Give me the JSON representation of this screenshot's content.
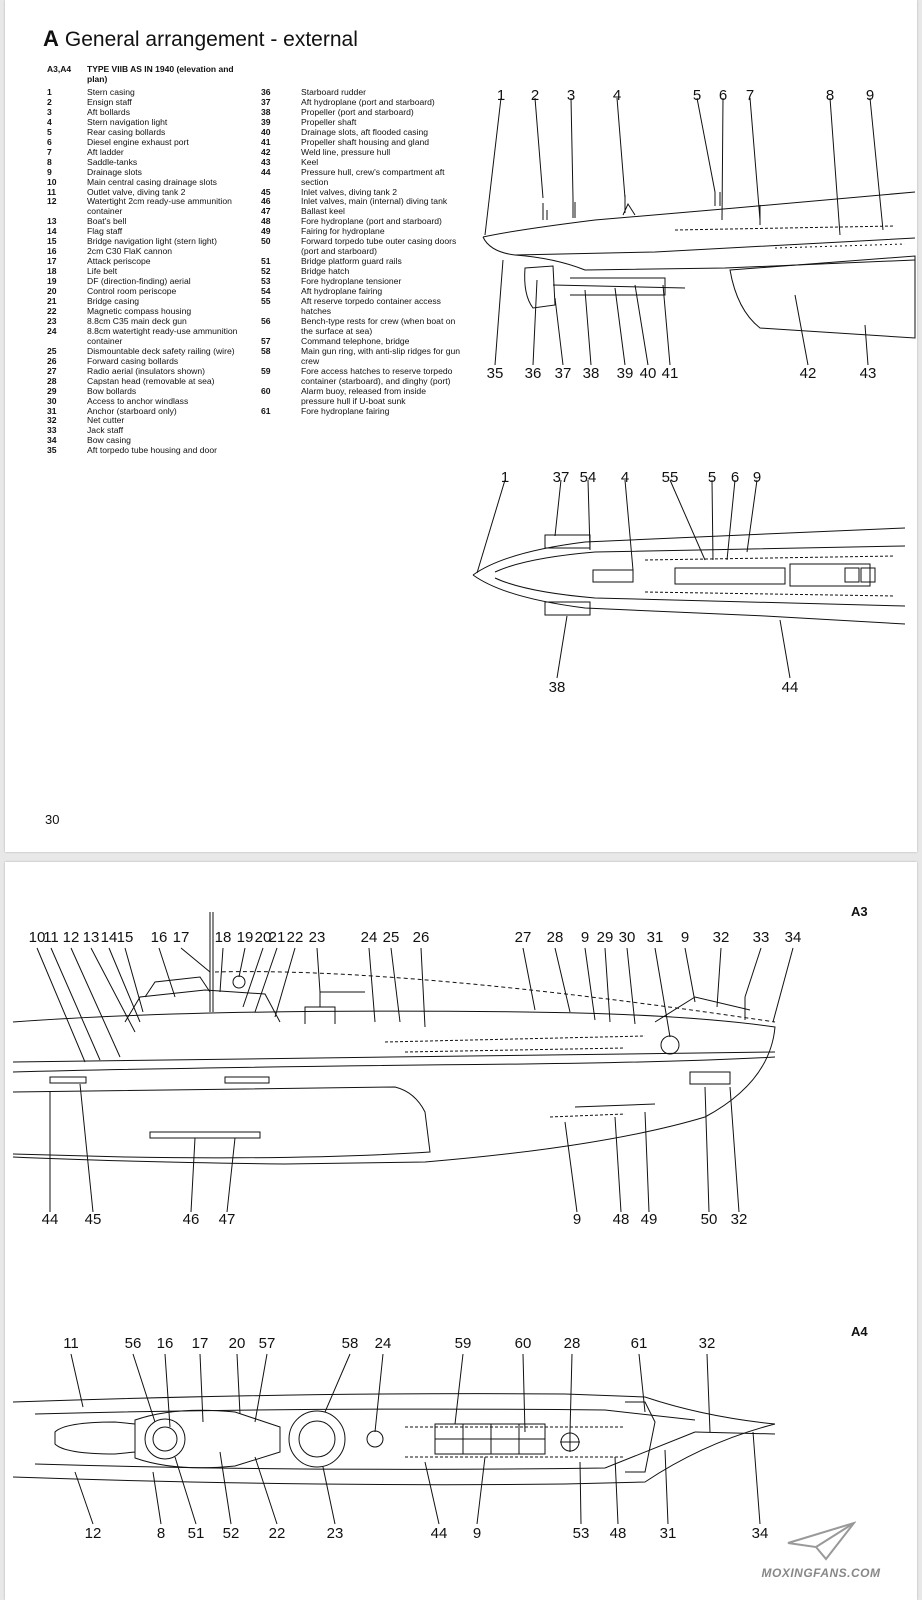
{
  "page_top": {
    "heading_letter": "A",
    "heading_title": "General arrangement - external",
    "sub_code": "A3,A4",
    "sub_title": "TYPE VIIB AS IN 1940 (elevation and plan)",
    "page_number": "30"
  },
  "key_left": [
    {
      "num": "1",
      "text": "Stern casing"
    },
    {
      "num": "2",
      "text": "Ensign staff"
    },
    {
      "num": "3",
      "text": "Aft bollards"
    },
    {
      "num": "4",
      "text": "Stern navigation light"
    },
    {
      "num": "5",
      "text": "Rear casing bollards"
    },
    {
      "num": "6",
      "text": "Diesel engine exhaust port"
    },
    {
      "num": "7",
      "text": "Aft ladder"
    },
    {
      "num": "8",
      "text": "Saddle-tanks"
    },
    {
      "num": "9",
      "text": "Drainage slots"
    },
    {
      "num": "10",
      "text": "Main central casing drainage slots"
    },
    {
      "num": "11",
      "text": "Outlet valve, diving tank 2"
    },
    {
      "num": "12",
      "text": "Watertight 2cm ready-use ammunition container"
    },
    {
      "num": "13",
      "text": "Boat's bell"
    },
    {
      "num": "14",
      "text": "Flag staff"
    },
    {
      "num": "15",
      "text": "Bridge navigation light (stern light)"
    },
    {
      "num": "16",
      "text": "2cm C30 FlaK cannon"
    },
    {
      "num": "17",
      "text": "Attack periscope"
    },
    {
      "num": "18",
      "text": "Life belt"
    },
    {
      "num": "19",
      "text": "DF (direction-finding) aerial"
    },
    {
      "num": "20",
      "text": "Control room periscope"
    },
    {
      "num": "21",
      "text": "Bridge casing"
    },
    {
      "num": "22",
      "text": "Magnetic compass housing"
    },
    {
      "num": "23",
      "text": "8.8cm C35 main deck gun"
    },
    {
      "num": "24",
      "text": "8.8cm watertight ready-use ammunition container"
    },
    {
      "num": "25",
      "text": "Dismountable deck safety railing (wire)"
    },
    {
      "num": "26",
      "text": "Forward casing bollards"
    },
    {
      "num": "27",
      "text": "Radio aerial (insulators shown)"
    },
    {
      "num": "28",
      "text": "Capstan head (removable at sea)"
    },
    {
      "num": "29",
      "text": "Bow bollards"
    },
    {
      "num": "30",
      "text": "Access to anchor windlass"
    },
    {
      "num": "31",
      "text": "Anchor (starboard only)"
    },
    {
      "num": "32",
      "text": "Net cutter"
    },
    {
      "num": "33",
      "text": "Jack staff"
    },
    {
      "num": "34",
      "text": "Bow casing"
    },
    {
      "num": "35",
      "text": "Aft torpedo tube housing and door"
    }
  ],
  "key_right": [
    {
      "num": "36",
      "text": "Starboard rudder"
    },
    {
      "num": "37",
      "text": "Aft hydroplane (port and starboard)"
    },
    {
      "num": "38",
      "text": "Propeller (port and starboard)"
    },
    {
      "num": "39",
      "text": "Propeller shaft"
    },
    {
      "num": "40",
      "text": "Drainage slots, aft flooded casing"
    },
    {
      "num": "41",
      "text": "Propeller shaft housing and gland"
    },
    {
      "num": "42",
      "text": "Weld line, pressure hull"
    },
    {
      "num": "43",
      "text": "Keel"
    },
    {
      "num": "44",
      "text": "Pressure hull, crew's compartment aft section"
    },
    {
      "num": "45",
      "text": "Inlet valves, diving tank 2"
    },
    {
      "num": "46",
      "text": "Inlet valves, main (internal) diving tank"
    },
    {
      "num": "47",
      "text": "Ballast keel"
    },
    {
      "num": "48",
      "text": "Fore hydroplane (port and starboard)"
    },
    {
      "num": "49",
      "text": "Fairing for hydroplane"
    },
    {
      "num": "50",
      "text": "Forward torpedo tube outer casing doors (port and starboard)"
    },
    {
      "num": "51",
      "text": "Bridge platform guard rails"
    },
    {
      "num": "52",
      "text": "Bridge hatch"
    },
    {
      "num": "53",
      "text": "Fore hydroplane tensioner"
    },
    {
      "num": "54",
      "text": "Aft hydroplane fairing"
    },
    {
      "num": "55",
      "text": "Aft reserve torpedo container access hatches"
    },
    {
      "num": "56",
      "text": "Bench-type rests for crew (when boat on the surface at sea)"
    },
    {
      "num": "57",
      "text": "Command telephone, bridge"
    },
    {
      "num": "58",
      "text": "Main gun ring, with anti-slip ridges for gun crew"
    },
    {
      "num": "59",
      "text": "Fore access hatches to reserve torpedo container (starboard), and dinghy (port)"
    },
    {
      "num": "60",
      "text": "Alarm buoy, released from inside pressure hull if U-boat sunk"
    },
    {
      "num": "61",
      "text": "Fore hydroplane fairing"
    }
  ],
  "figures": {
    "a3_label": "A3",
    "a4_label": "A4"
  },
  "callouts": {
    "stern_elev_top": [
      "1",
      "2",
      "3",
      "4",
      "5",
      "6",
      "7",
      "8",
      "9"
    ],
    "stern_elev_bottom": [
      "35",
      "36",
      "37",
      "38",
      "39",
      "40",
      "41",
      "42",
      "43"
    ],
    "stern_plan_top": [
      "1",
      "37",
      "54",
      "4",
      "55",
      "5",
      "6",
      "9"
    ],
    "stern_plan_bottom": [
      "38",
      "44"
    ],
    "a3_top": [
      "10",
      "11",
      "12",
      "13",
      "14",
      "15",
      "16",
      "17",
      "18",
      "19",
      "20",
      "21",
      "22",
      "23",
      "24",
      "25",
      "26",
      "27",
      "28",
      "9",
      "29",
      "30",
      "31",
      "9",
      "32",
      "33",
      "34"
    ],
    "a3_bottom": [
      "44",
      "45",
      "46",
      "47",
      "9",
      "48",
      "49",
      "50",
      "32"
    ],
    "a4_top": [
      "11",
      "56",
      "16",
      "17",
      "20",
      "57",
      "58",
      "24",
      "59",
      "60",
      "28",
      "61",
      "32"
    ],
    "a4_bottom": [
      "12",
      "8",
      "51",
      "52",
      "22",
      "23",
      "44",
      "9",
      "53",
      "48",
      "31",
      "34"
    ]
  },
  "watermark": {
    "text": "MOXINGFANS.COM"
  }
}
